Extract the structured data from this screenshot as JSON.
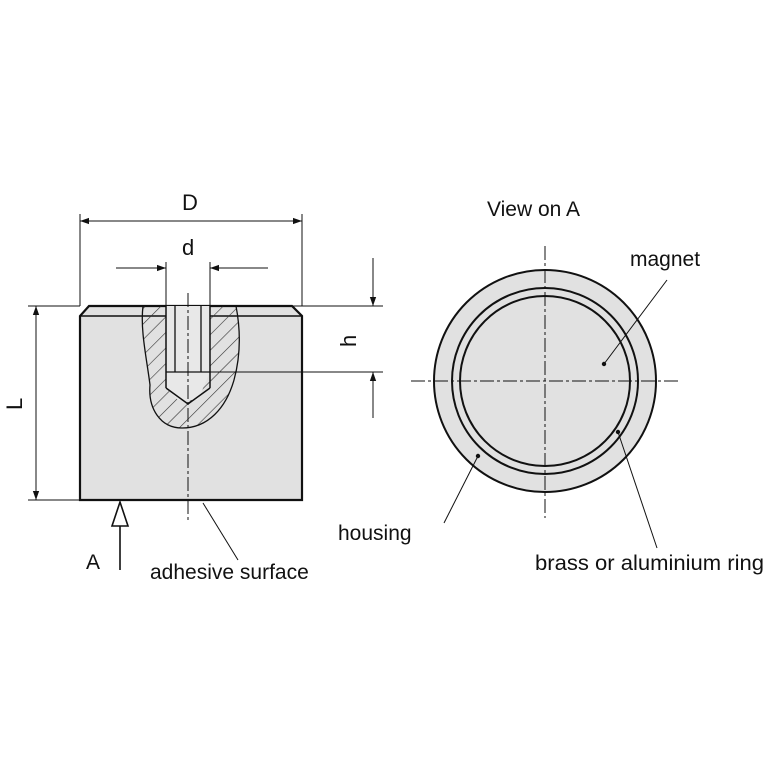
{
  "labels": {
    "D": "D",
    "d": "d",
    "h": "h",
    "L": "L",
    "A": "A",
    "view_title": "View on A",
    "magnet": "magnet",
    "housing": "housing",
    "adhesive_surface": "adhesive surface",
    "ring": "brass or aluminium ring"
  },
  "colors": {
    "fill": "#e1e1e1",
    "line": "#111111",
    "background": "#ffffff"
  }
}
